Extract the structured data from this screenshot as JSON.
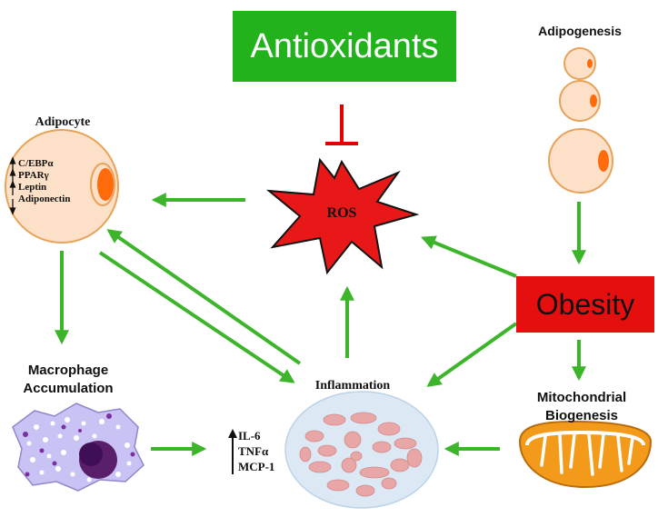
{
  "nodes": {
    "antioxidants": "Antioxidants",
    "ros": "ROS",
    "obesity": "Obesity",
    "adipogenesis": "Adipogenesis",
    "adipocyte": "Adipocyte",
    "macrophage_accumulation": [
      "Macrophage",
      "Accumulation"
    ],
    "inflammation": "Inflammation",
    "mitochondrial_biogenesis": [
      "Mitochondrial",
      "Biogenesis"
    ]
  },
  "adipocyte_markers": [
    {
      "text": "C/EBPα",
      "arrow": "up"
    },
    {
      "text": "PPARγ",
      "arrow": "up"
    },
    {
      "text": "Leptin",
      "arrow": "up"
    },
    {
      "text": "Adiponectin",
      "arrow": "down"
    }
  ],
  "cytokines": [
    "IL-6",
    "TNFα",
    "MCP-1"
  ],
  "colors": {
    "antioxidant_box": "#21b21c",
    "obesity_box": "#e50f0f",
    "ros_fill": "#e81818",
    "arrow": "#3db52b",
    "inhibit": "#e00000",
    "adipocyte_fill": "#fde0c8",
    "adipocyte_nucleus": "#ff6a0a",
    "macrophage_fill": "#c9c3f5",
    "inflammation_fill": "#dce9f5",
    "mitochondria_fill": "#f39a1a"
  }
}
